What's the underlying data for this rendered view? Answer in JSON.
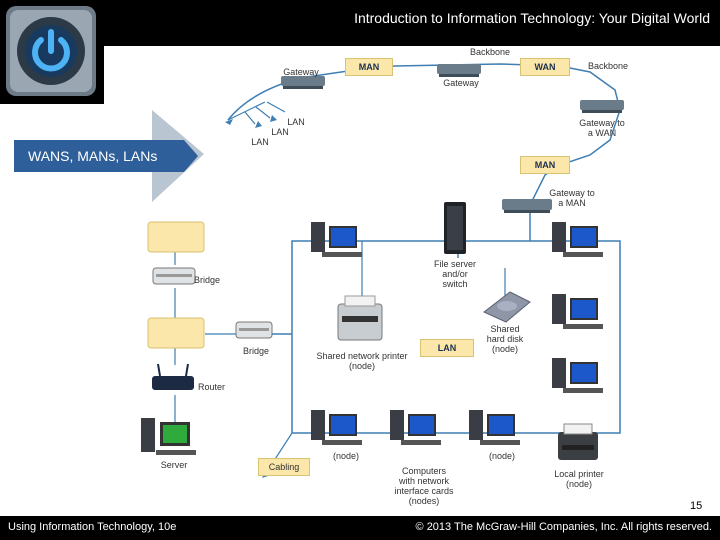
{
  "header": {
    "title": "Introduction to Information Technology: Your Digital World"
  },
  "banner": {
    "text": "WANS, MANs, LANs"
  },
  "footer": {
    "left": "Using Information Technology, 10e",
    "right": "© 2013 The McGraw-Hill Companies, Inc. All rights reserved.",
    "slide_number": "15"
  },
  "diagram": {
    "man_label_1": "MAN",
    "wan_label": "WAN",
    "man_label_2": "MAN",
    "lan_label": "LAN",
    "backbone_1": "Backbone",
    "backbone_2": "Backbone",
    "gateway_1": "Gateway",
    "gateway_2": "Gateway",
    "gateway_wan": "Gateway to\na WAN",
    "gateway_man": "Gateway to\na MAN",
    "lan_1": "LAN",
    "lan_2": "LAN",
    "lan_3": "LAN",
    "file_server": "File server\nand/or\nswitch",
    "shared_disk": "Shared\nhard disk\n(node)",
    "shared_printer": "Shared network printer\n(node)",
    "bridge_1": "Bridge",
    "bridge_2": "Bridge",
    "router": "Router",
    "server": "Server",
    "cabling": "Cabling",
    "node_1": "(node)",
    "node_2": "(node)",
    "computers": "Computers\nwith network\ninterface cards\n(nodes)",
    "local_printer": "Local printer\n(node)"
  },
  "colors": {
    "cable": "#3f7fb3",
    "label_box": "#fbe7a9",
    "banner": "#2f5f9a",
    "monitor_screen": "#1c58c9",
    "server_screen": "#2faa3d"
  }
}
